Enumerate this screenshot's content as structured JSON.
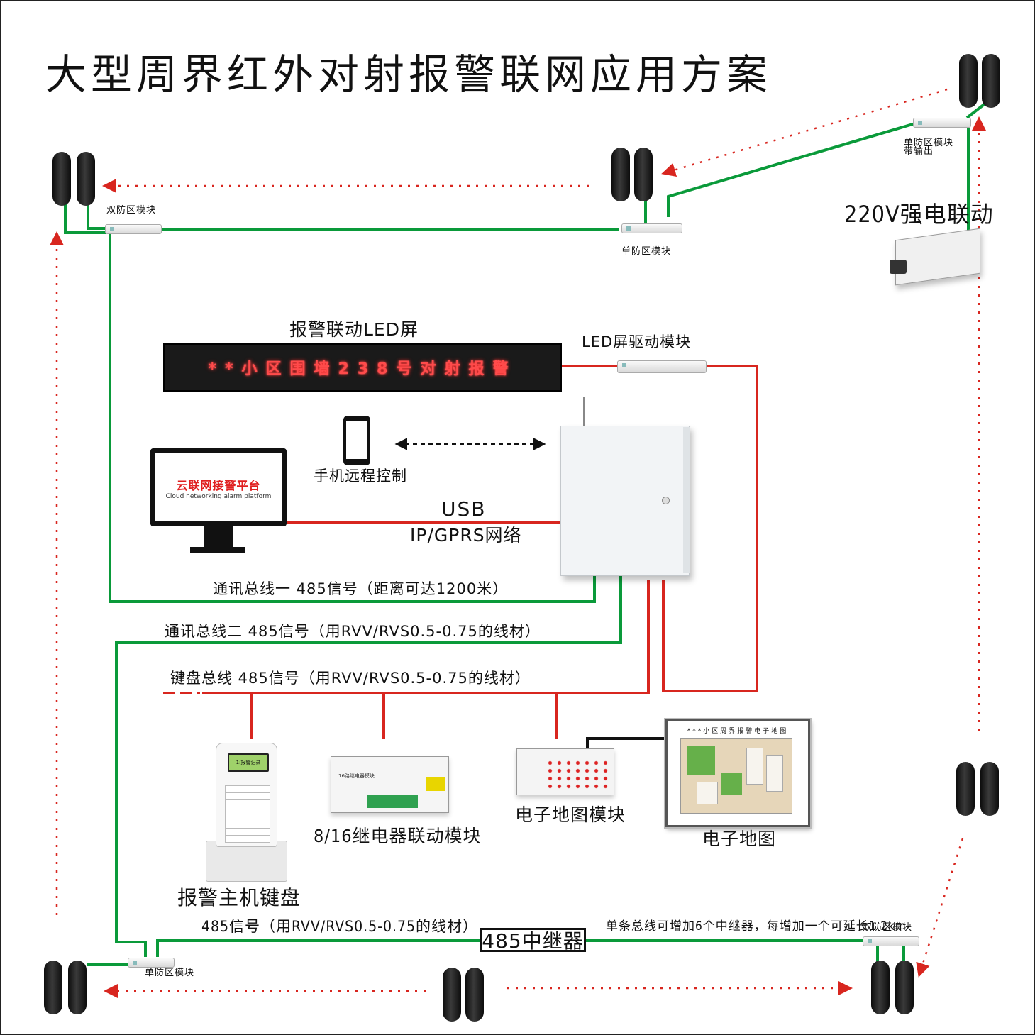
{
  "title": "大型周界红外对射报警联网应用方案",
  "modules": {
    "dual_zone_tl": "双防区模块",
    "single_zone_top": "单防区模块",
    "single_zone_output": "单防区模块\n带输出",
    "single_zone_bl": "单防区模块",
    "dual_zone_br": "双防区模块"
  },
  "power_link": "220V强电联动",
  "led_screen": {
    "label": "报警联动LED屏",
    "display_text": "**小区围墙238号对射报警"
  },
  "led_driver": "LED屏驱动模块",
  "platform": {
    "title": "云联网接警平台",
    "subtitle": "Cloud networking alarm platform"
  },
  "phone": "手机远程控制",
  "link": {
    "usb": "USB",
    "network": "IP/GPRS网络"
  },
  "buses": {
    "bus1": "通讯总线一 485信号（距离可达1200米）",
    "bus2": "通讯总线二 485信号（用RVV/RVS0.5-0.75的线材）",
    "keyboard_bus": "键盘总线 485信号（用RVV/RVS0.5-0.75的线材）",
    "bottom_bus": "485信号（用RVV/RVS0.5-0.75的线材）",
    "repeater_note": "单条总线可增加6个中继器，每增加一个可延长1.2km"
  },
  "devices": {
    "keypad": "报警主机键盘",
    "keypad_screen": "1:报警记录",
    "relay": "8/16继电器联动模块",
    "relay_board": "16路继电器模块",
    "emap_module": "电子地图模块",
    "emap": "电子地图",
    "emap_title": "***小区周界报警电子地图"
  },
  "repeater": "485中继器",
  "colors": {
    "bus_green": "#0a9a3a",
    "bus_red": "#d8261f",
    "beam_dotted": "#d8261f",
    "text": "#111111"
  },
  "icons": [
    "infrared-detector-icon",
    "zone-module-icon",
    "alarm-cabinet-icon",
    "monitor-icon",
    "smartphone-icon",
    "keypad-icon",
    "relay-module-icon",
    "e-map-icon",
    "power-linkage-box-icon"
  ]
}
